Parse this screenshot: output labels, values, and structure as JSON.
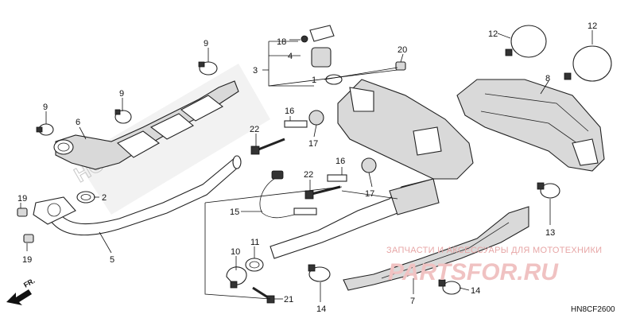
{
  "callouts": {
    "c1": "1",
    "c2": "2",
    "c3": "3",
    "c4": "4",
    "c5": "5",
    "c6": "6",
    "c7": "7",
    "c8": "8",
    "c9a": "9",
    "c9b": "9",
    "c9c": "9",
    "c10": "10",
    "c11": "11",
    "c12a": "12",
    "c12b": "12",
    "c13": "13",
    "c14a": "14",
    "c14b": "14",
    "c15": "15",
    "c16a": "16",
    "c16b": "16",
    "c17a": "17",
    "c17b": "17",
    "c18": "18",
    "c19a": "19",
    "c19b": "19",
    "c20": "20",
    "c21": "21",
    "c22a": "22",
    "c22b": "22"
  },
  "direction_label": "FR.",
  "diagram_code": "HN8CF2600",
  "watermark": {
    "caption": "ЗАПЧАСТИ И АКСЕССУАРЫ ДЛЯ МОТОТЕХНИКИ",
    "brand": "PARTSFOR.RU"
  },
  "background_logo": "HONDA",
  "colors": {
    "line": "#222222",
    "watermark": "#e7a6a6",
    "fill_grey": "#d9d9d9"
  }
}
